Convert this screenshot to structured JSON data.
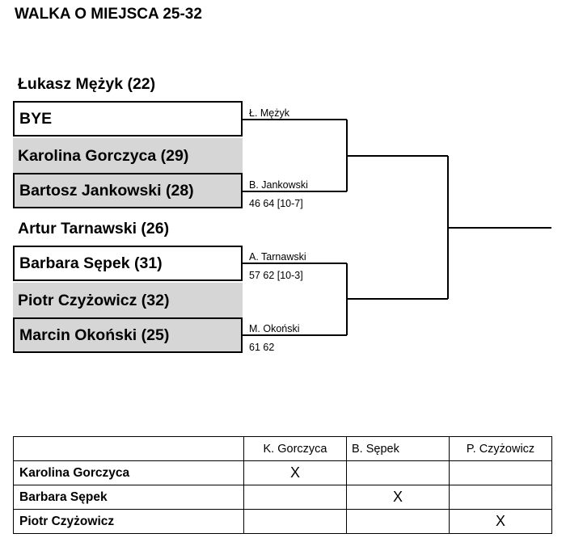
{
  "title": "WALKA O MIEJSCA 25-32",
  "players": [
    "Łukasz Mężyk (22)",
    "BYE",
    "Karolina Gorczyca (29)",
    "Bartosz Jankowski (28)",
    "Artur Tarnawski (26)",
    "Barbara Sępek (31)",
    "Piotr Czyżowicz (32)",
    "Marcin Okoński (25)"
  ],
  "matches": [
    {
      "winner": "Ł. Mężyk",
      "score": ""
    },
    {
      "winner": "B. Jankowski",
      "score": "46 64 [10-7]"
    },
    {
      "winner": "A. Tarnawski",
      "score": "57 62 [10-3]"
    },
    {
      "winner": "M. Okoński",
      "score": "61 62"
    }
  ],
  "group_table": {
    "columns": [
      "K. Gorczyca",
      "B. Sępek",
      "P. Czyżowicz"
    ],
    "rows": [
      {
        "name": "Karolina Gorczyca",
        "cells": [
          "X",
          "",
          ""
        ]
      },
      {
        "name": "Barbara Sępek",
        "cells": [
          "",
          "X",
          ""
        ]
      },
      {
        "name": "Piotr Czyżowicz",
        "cells": [
          "",
          "",
          "X"
        ]
      }
    ]
  }
}
